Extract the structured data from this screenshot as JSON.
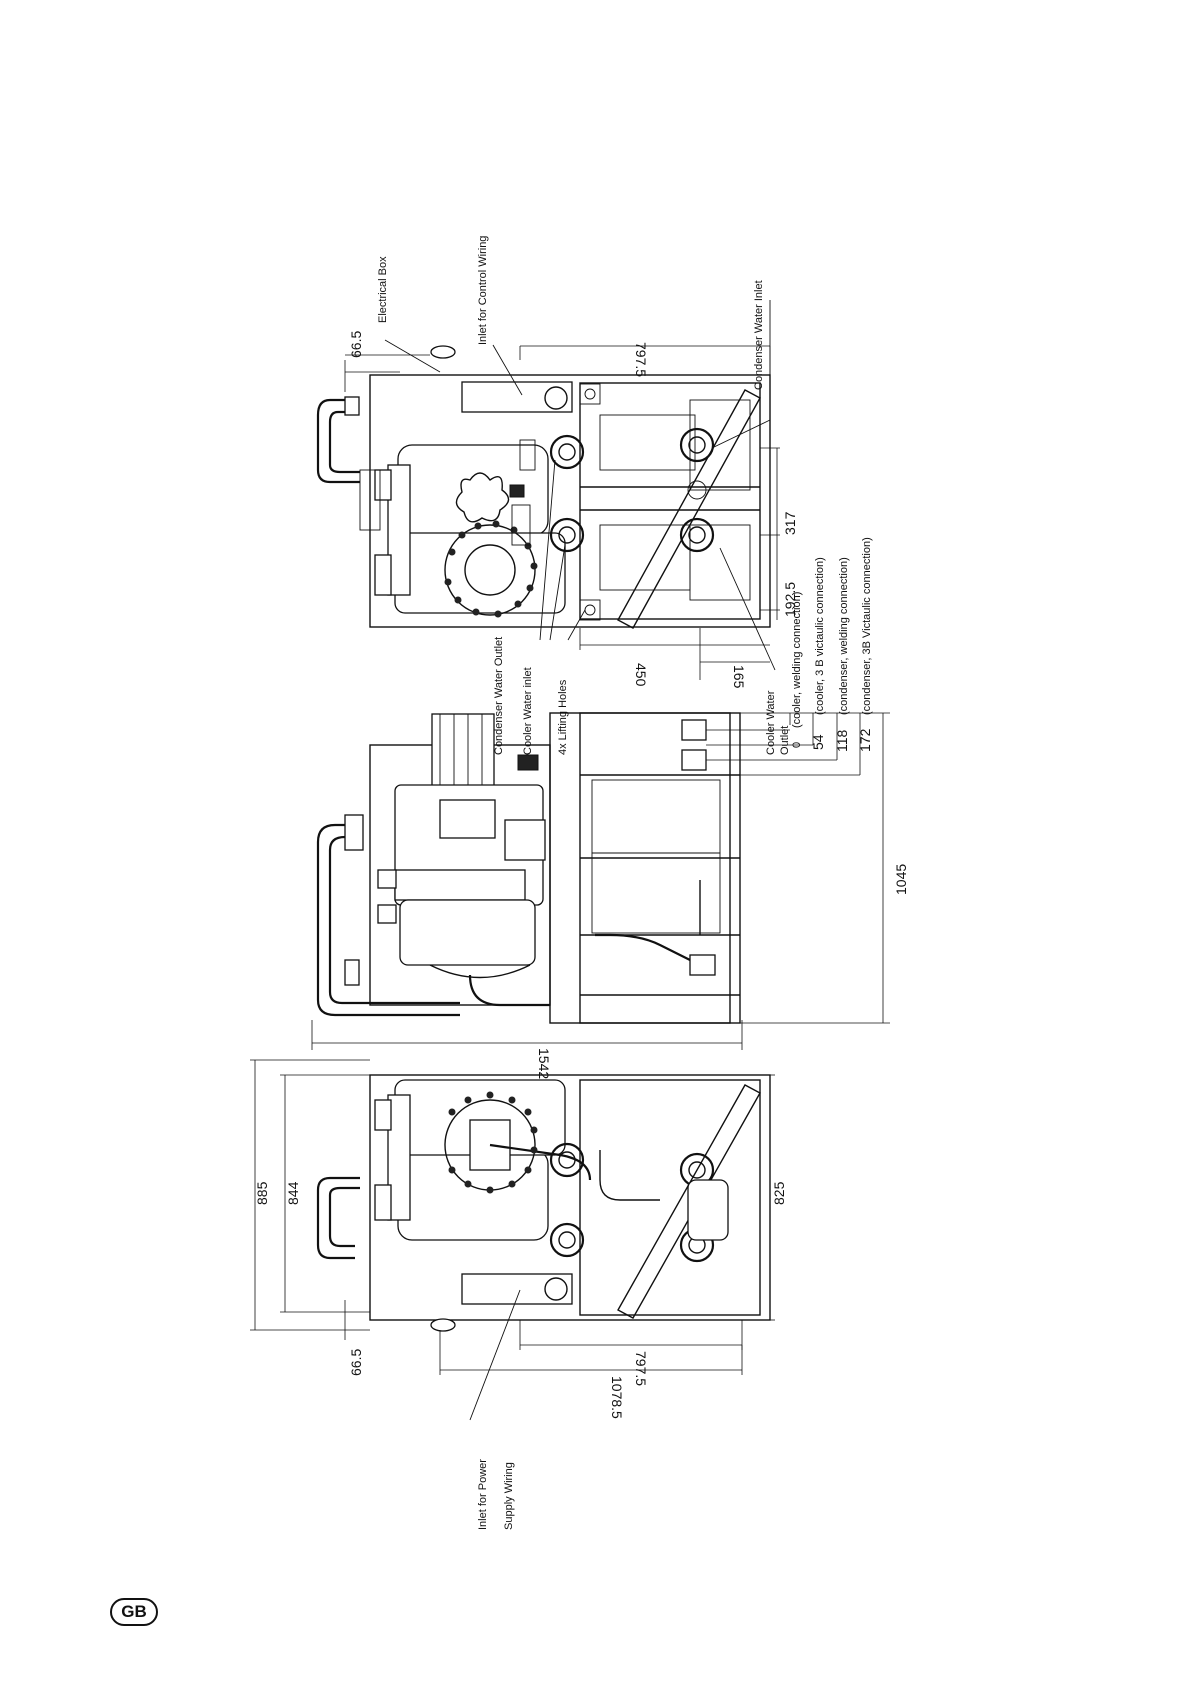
{
  "drawing": {
    "labels": {
      "electrical_box": "Electrical Box",
      "inlet_control_wiring": "Inlet for Control Wiring",
      "condenser_water_inlet": "Condenser Water Inlet",
      "condenser_water_outlet": "Condenser Water Outlet",
      "cooler_water_inlet": "Cooler Water inlet",
      "lifting_holes": "4x Lifting Holes",
      "cooler_water_outlet_line1": "Cooler Water",
      "cooler_water_outlet_line2": "Outlet",
      "inlet_power_line1": "Inlet for Power",
      "inlet_power_line2": "Supply Wiring"
    },
    "connection_table": [
      {
        "value": "0",
        "desc": "(cooler, welding connection)"
      },
      {
        "value": "54",
        "desc": "(cooler, 3 B victaulic connection)"
      },
      {
        "value": "118",
        "desc": "(condenser, welding connection)"
      },
      {
        "value": "172",
        "desc": "(condenser, 3B Victaulic connection)"
      }
    ],
    "dimensions": {
      "top_offset": "66.5",
      "top_width": "797.5",
      "spacing_317": "317",
      "spacing_192": "192.5",
      "spacing_450": "450",
      "spacing_165": "165",
      "overall_length": "1542",
      "side_height": "1045",
      "height_885": "885",
      "height_844": "844",
      "width_825": "825",
      "bottom_width": "797.5",
      "bottom_offset": "66.5",
      "bottom_overall": "1078.5"
    }
  },
  "footer": {
    "language_badge": "GB"
  }
}
